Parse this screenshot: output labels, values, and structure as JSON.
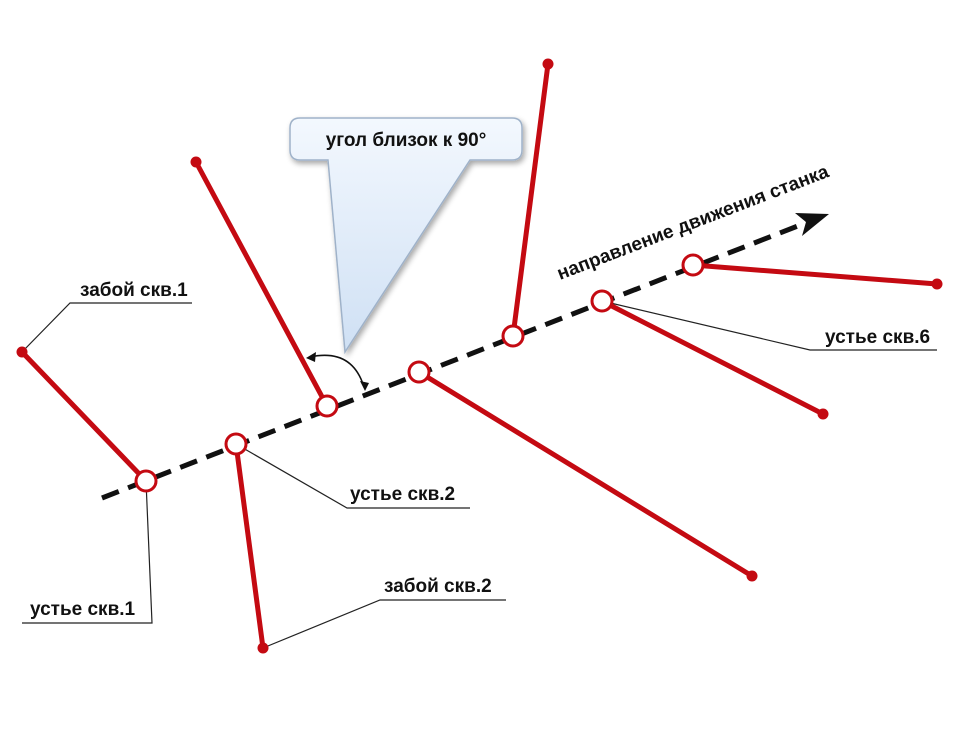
{
  "colors": {
    "well": "#c40a12",
    "direction": "#111111",
    "leader": "#222222",
    "callout_fill": "#dde9f7",
    "callout_stroke": "#9fb2c9",
    "background": "#ffffff"
  },
  "labels": {
    "zaboy1": "забой скв.1",
    "ustye1": "устье скв.1",
    "ustye2": "устье скв.2",
    "zaboy2": "забой скв.2",
    "ustye6": "устье скв.6",
    "direction": "направление движения станка",
    "angle": "угол близок к 90°"
  },
  "icons": {
    "direction_arrow": "arrow-head-icon",
    "angle_arc": "double-arrow-arc-icon",
    "well_head": "circle-marker-icon",
    "well_bottom": "dot-marker-icon"
  }
}
